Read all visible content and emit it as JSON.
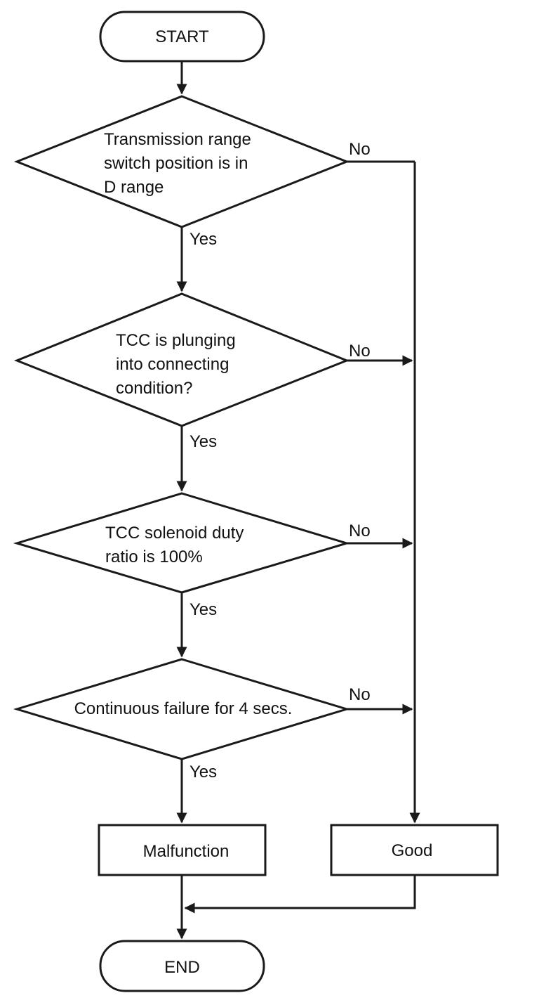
{
  "nodes": {
    "start": "START",
    "d1": [
      "Transmission range",
      "switch position is in",
      "D range"
    ],
    "d2": [
      "TCC is plunging",
      "into connecting",
      "condition?"
    ],
    "d3": [
      "TCC solenoid duty",
      "ratio is 100%"
    ],
    "d4": [
      "Continuous failure for 4 secs."
    ],
    "malfunction": "Malfunction",
    "good": "Good",
    "end": "END"
  },
  "edges": {
    "yes": "Yes",
    "no": "No"
  }
}
